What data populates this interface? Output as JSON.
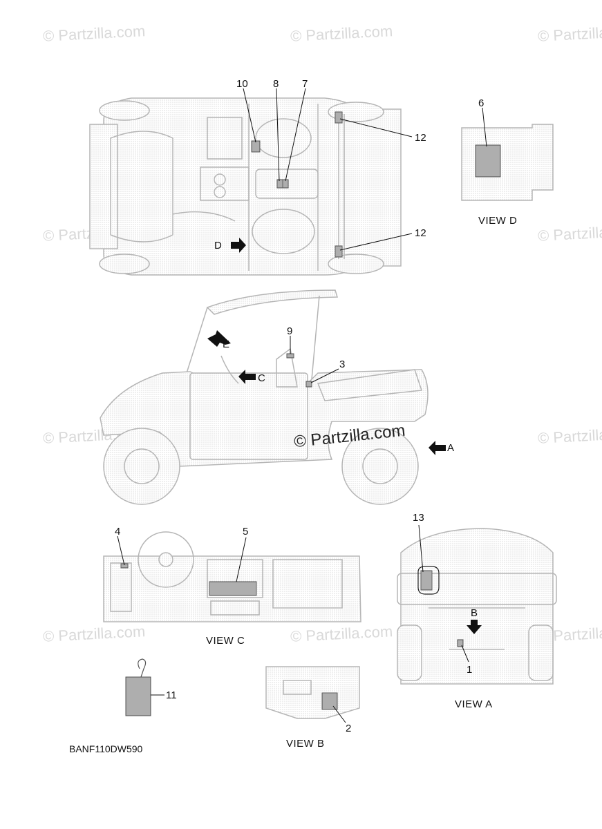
{
  "watermarks": {
    "text": "© Partzilla.com",
    "center_text": "© Partzilla.com"
  },
  "callouts": {
    "n1": "1",
    "n2": "2",
    "n3": "3",
    "n4": "4",
    "n5": "5",
    "n6": "6",
    "n7": "7",
    "n8": "8",
    "n9": "9",
    "n10": "10",
    "n11": "11",
    "n12a": "12",
    "n12b": "12",
    "n13": "13"
  },
  "arrows": {
    "a": "A",
    "b": "B",
    "c": "C",
    "d": "D",
    "e": "E"
  },
  "views": {
    "view_a": "VIEW A",
    "view_b": "VIEW B",
    "view_c": "VIEW C",
    "view_d": "VIEW D"
  },
  "diagram_code": "BANF110DW590",
  "colors": {
    "line": "#b5b5b5",
    "label_fill": "#9e9e9e",
    "arrow": "#111111",
    "watermark": "#d9d9d9"
  }
}
